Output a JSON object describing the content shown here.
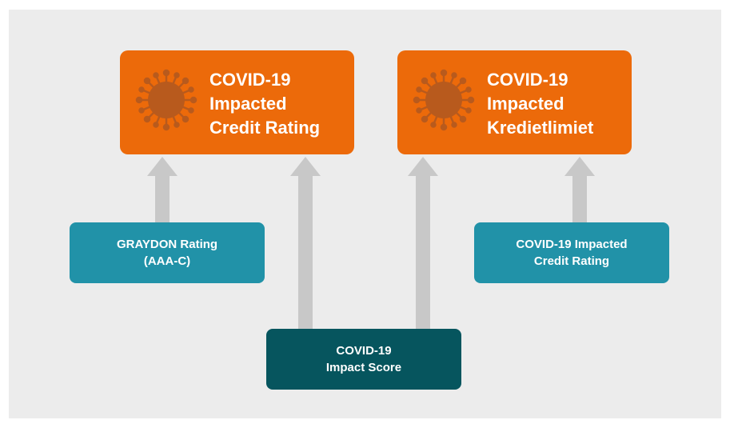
{
  "colors": {
    "background": "#ececec",
    "orange_box": "#ec6a0a",
    "virus": "#b85a1d",
    "teal_box": "#2192a8",
    "dark_teal_box": "#06555e",
    "arrow": "#c8c8c8"
  },
  "top_boxes": [
    {
      "line1": "COVID-19",
      "line2": "Impacted",
      "line3": "Credit Rating",
      "icon": "virus-icon"
    },
    {
      "line1": "COVID-19",
      "line2": "Impacted",
      "line3": "Kredietlimiet",
      "icon": "virus-icon"
    }
  ],
  "mid_boxes": [
    {
      "line1": "GRAYDON Rating",
      "line2": "(AAA-C)"
    },
    {
      "line1": "COVID-19 Impacted",
      "line2": "Credit Rating"
    }
  ],
  "bottom_box": {
    "line1": "COVID-19",
    "line2": "Impact Score"
  }
}
